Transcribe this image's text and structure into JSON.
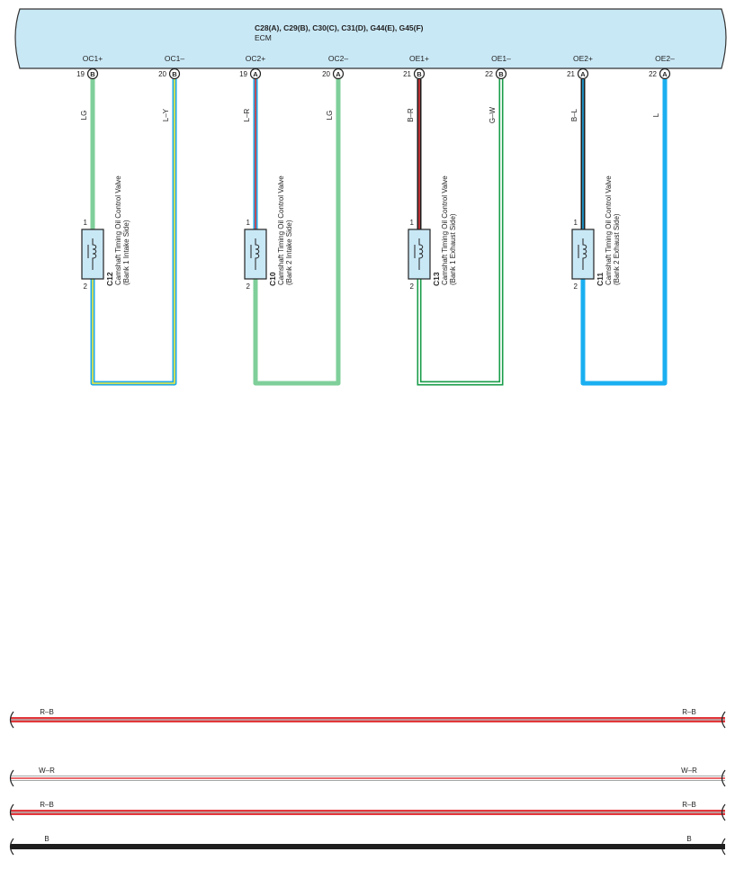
{
  "ecm": {
    "connectors": "C28(A), C29(B), C30(C), C31(D), G44(E), G45(F)",
    "name": "ECM",
    "fill_color": "#c9e8f6"
  },
  "channels": [
    {
      "plus": {
        "name": "OC1+",
        "pin": "19",
        "conn": "B",
        "wire": "LG",
        "base": "#7fcf9a",
        "stripe": null
      },
      "minus": {
        "name": "OC1–",
        "pin": "20",
        "conn": "B",
        "wire": "L–Y",
        "base": "#20a9e6",
        "stripe": "#f4ea3a"
      },
      "valve": {
        "id": "C12",
        "title": "Camshaft Timing Oil Control Valve",
        "side": "(Bank 1 Intake Side)",
        "pin_top": "1",
        "pin_bottom": "2"
      }
    },
    {
      "plus": {
        "name": "OC2+",
        "pin": "19",
        "conn": "A",
        "wire": "L–R",
        "base": "#20a9e6",
        "stripe": "#e2383c"
      },
      "minus": {
        "name": "OC2–",
        "pin": "20",
        "conn": "A",
        "wire": "LG",
        "base": "#7fcf9a",
        "stripe": null
      },
      "valve": {
        "id": "C10",
        "title": "Camshaft Timing Oil Control Valve",
        "side": "(Bank 2 Intake Side)",
        "pin_top": "1",
        "pin_bottom": "2"
      }
    },
    {
      "plus": {
        "name": "OE1+",
        "pin": "21",
        "conn": "B",
        "wire": "B–R",
        "base": "#1e1e1e",
        "stripe": "#e2383c"
      },
      "minus": {
        "name": "OE1–",
        "pin": "22",
        "conn": "B",
        "wire": "G–W",
        "base": "#1a9c4a",
        "stripe": "#ffffff"
      },
      "valve": {
        "id": "C13",
        "title": "Camshaft Timing Oil Control Valve",
        "side": "(Bank 1 Exhaust Side)",
        "pin_top": "1",
        "pin_bottom": "2"
      }
    },
    {
      "plus": {
        "name": "OE2+",
        "pin": "21",
        "conn": "A",
        "wire": "B–L",
        "base": "#1e1e1e",
        "stripe": "#20a9e6"
      },
      "minus": {
        "name": "OE2–",
        "pin": "22",
        "conn": "A",
        "wire": "L",
        "base": "#1aaff0",
        "stripe": null
      },
      "valve": {
        "id": "C11",
        "title": "Camshaft Timing Oil Control Valve",
        "side": "(Bank 2 Exhaust Side)",
        "pin_top": "1",
        "pin_bottom": "2"
      }
    }
  ],
  "buses": [
    {
      "label": "R–B",
      "base": "#e2383c",
      "stripe": "#1e1e1e"
    },
    {
      "label": "W–R",
      "base": "#ffffff",
      "stripe": "#e2383c"
    },
    {
      "label": "R–B",
      "base": "#e2383c",
      "stripe": "#1e1e1e"
    },
    {
      "label": "B",
      "base": "#1e1e1e",
      "stripe": null
    }
  ]
}
